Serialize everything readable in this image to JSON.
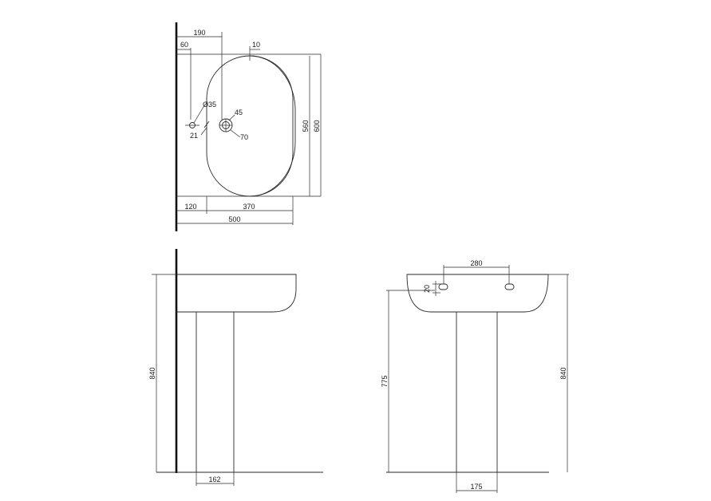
{
  "drawing": {
    "top_view": {
      "dims": {
        "tap_x": "190",
        "waste_x": "60",
        "rim": "10",
        "tap_hole_dia": "Ø35",
        "tap_ring_inner": "45",
        "tap_ring_outer": "70",
        "waste_offset": "21",
        "bowl_depth": "560",
        "total_depth": "600",
        "wall_gap": "120",
        "bowl_width": "370",
        "total_width": "500"
      }
    },
    "side_view": {
      "dims": {
        "height": "840",
        "pedestal_width": "162"
      }
    },
    "front_view": {
      "dims": {
        "tap_spacing": "280",
        "hole_offset": "20",
        "rim_height": "775",
        "height": "840",
        "pedestal_width": "175"
      }
    }
  }
}
